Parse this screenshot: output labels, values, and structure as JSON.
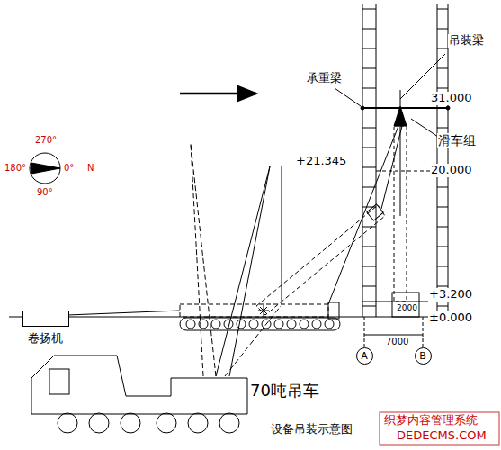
{
  "diagram": {
    "caption": "设备吊装示意图",
    "nodes": [
      {
        "text": [
          "卷扬机"
        ]
      },
      {
        "text": [
          "A"
        ]
      },
      {
        "text": [
          "B"
        ]
      }
    ],
    "labels": [
      "承重梁",
      "吊装梁",
      "31.000",
      "滑车组",
      "+21.345",
      "20.000",
      "+3.200",
      "±0.000",
      "2000",
      "7000",
      "270°",
      "180°",
      "0°",
      "N",
      "90°",
      "70吨吊车",
      "织梦内容管理系统",
      "DEDECMS.COM"
    ]
  }
}
